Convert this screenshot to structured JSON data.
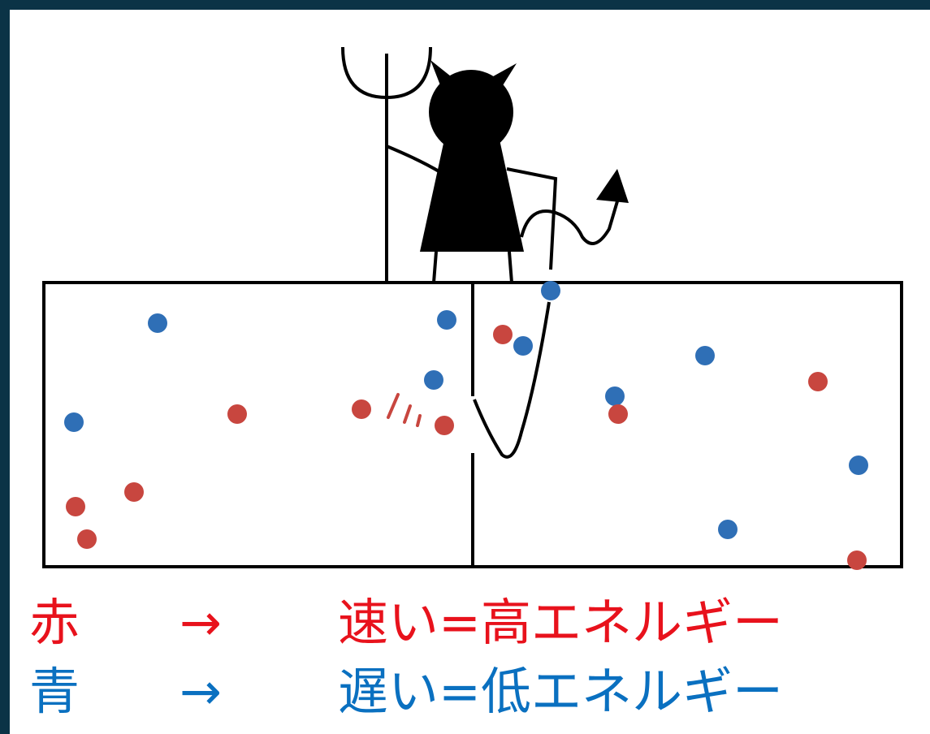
{
  "colors": {
    "frame": "#0b3346",
    "red_particle": "#c8463f",
    "blue_particle": "#2f6fb6",
    "red_text": "#e8121c",
    "blue_text": "#0a70c0",
    "line": "#000000"
  },
  "legend": {
    "red": {
      "symbol": "赤",
      "arrow": "→",
      "text": "速い=高エネルギー"
    },
    "blue": {
      "symbol": "青",
      "arrow": "→",
      "text": "遅い=低エネルギー"
    }
  },
  "figure": {
    "subject": "maxwell-demon-icon",
    "gate_state": "open"
  }
}
